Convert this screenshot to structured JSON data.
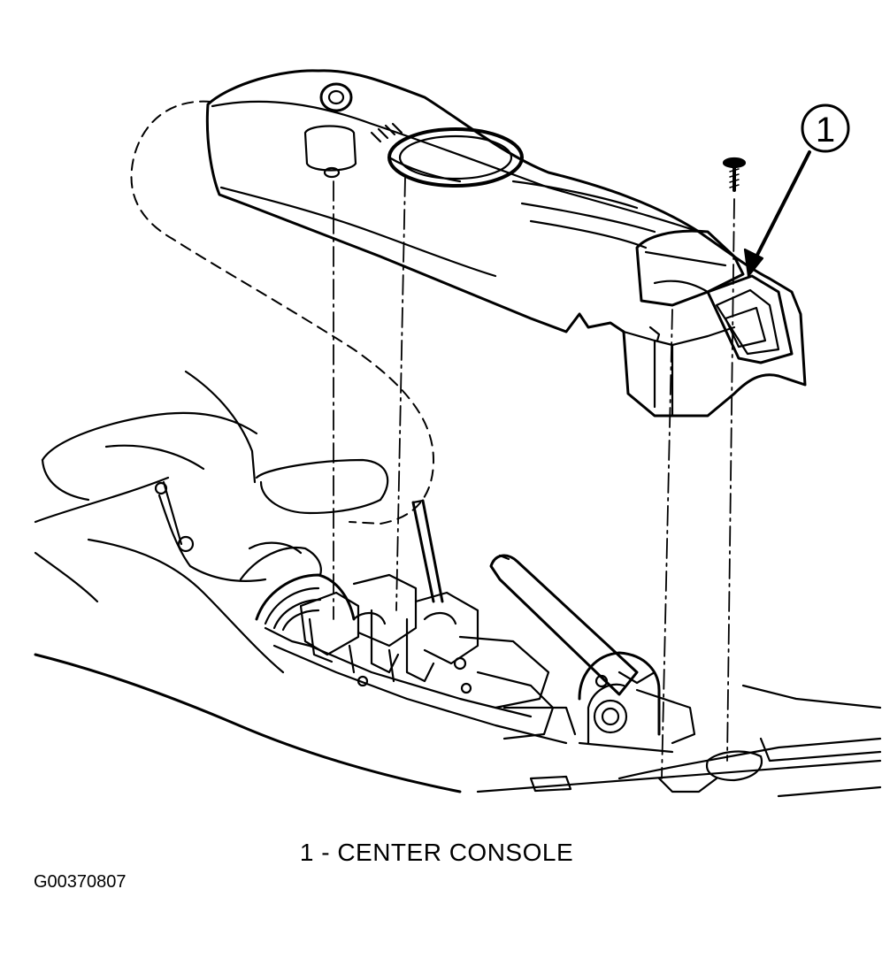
{
  "callout": {
    "number": "1"
  },
  "caption": {
    "text": "1 - CENTER CONSOLE"
  },
  "figure_id": "G00370807",
  "colors": {
    "line": "#000000",
    "background": "#ffffff"
  }
}
